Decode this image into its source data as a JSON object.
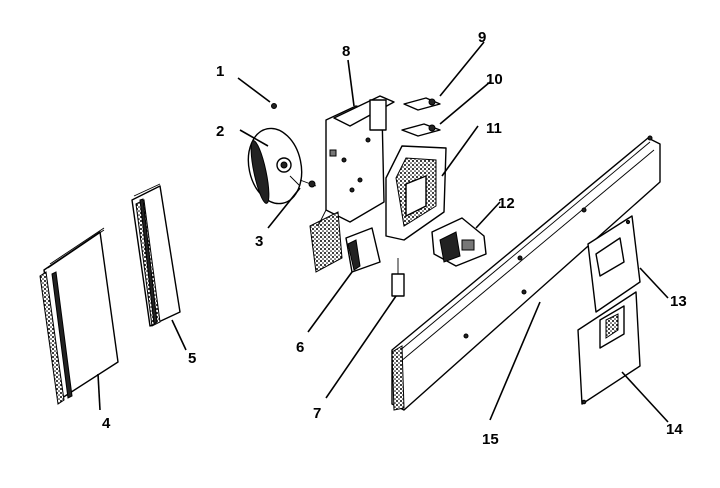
{
  "callouts": [
    {
      "id": "1",
      "label": "1"
    },
    {
      "id": "2",
      "label": "2"
    },
    {
      "id": "3",
      "label": "3"
    },
    {
      "id": "4",
      "label": "4"
    },
    {
      "id": "5",
      "label": "5"
    },
    {
      "id": "6",
      "label": "6"
    },
    {
      "id": "7",
      "label": "7"
    },
    {
      "id": "8",
      "label": "8"
    },
    {
      "id": "9",
      "label": "9"
    },
    {
      "id": "10",
      "label": "10"
    },
    {
      "id": "11",
      "label": "11"
    },
    {
      "id": "12",
      "label": "12"
    },
    {
      "id": "13",
      "label": "13"
    },
    {
      "id": "14",
      "label": "14"
    },
    {
      "id": "15",
      "label": "15"
    }
  ],
  "colors": {
    "ink": "#000000",
    "background": "#ffffff"
  }
}
